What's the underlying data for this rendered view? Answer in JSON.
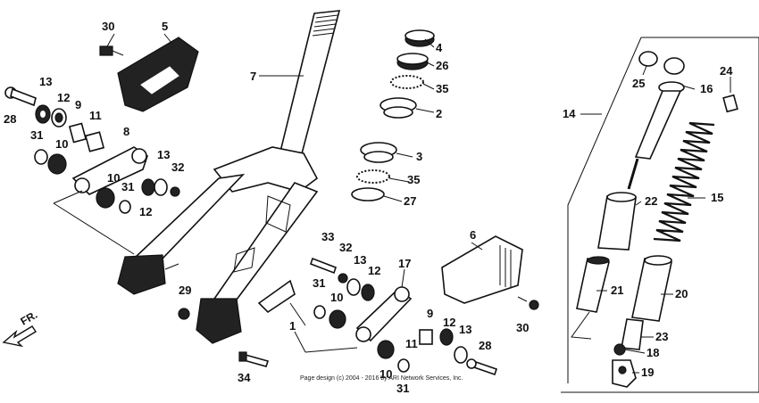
{
  "diagram": {
    "direction_label": "FR.",
    "copyright": "Page design (c) 2004 - 2016 by ARI Network Services, Inc.",
    "callouts": [
      {
        "id": "c1",
        "label": "1"
      },
      {
        "id": "c2",
        "label": "2"
      },
      {
        "id": "c3",
        "label": "3"
      },
      {
        "id": "c4",
        "label": "4"
      },
      {
        "id": "c5",
        "label": "5"
      },
      {
        "id": "c6",
        "label": "6"
      },
      {
        "id": "c7",
        "label": "7"
      },
      {
        "id": "c8",
        "label": "8"
      },
      {
        "id": "c9a",
        "label": "9"
      },
      {
        "id": "c9b",
        "label": "9"
      },
      {
        "id": "c10a",
        "label": "10"
      },
      {
        "id": "c10b",
        "label": "10"
      },
      {
        "id": "c10c",
        "label": "10"
      },
      {
        "id": "c10d",
        "label": "10"
      },
      {
        "id": "c11a",
        "label": "11"
      },
      {
        "id": "c11b",
        "label": "11"
      },
      {
        "id": "c12a",
        "label": "12"
      },
      {
        "id": "c12b",
        "label": "12"
      },
      {
        "id": "c12c",
        "label": "12"
      },
      {
        "id": "c12d",
        "label": "12"
      },
      {
        "id": "c13a",
        "label": "13"
      },
      {
        "id": "c13b",
        "label": "13"
      },
      {
        "id": "c13c",
        "label": "13"
      },
      {
        "id": "c13d",
        "label": "13"
      },
      {
        "id": "c14",
        "label": "14"
      },
      {
        "id": "c15",
        "label": "15"
      },
      {
        "id": "c16",
        "label": "16"
      },
      {
        "id": "c17",
        "label": "17"
      },
      {
        "id": "c18",
        "label": "18"
      },
      {
        "id": "c19",
        "label": "19"
      },
      {
        "id": "c20",
        "label": "20"
      },
      {
        "id": "c21",
        "label": "21"
      },
      {
        "id": "c22",
        "label": "22"
      },
      {
        "id": "c23",
        "label": "23"
      },
      {
        "id": "c24",
        "label": "24"
      },
      {
        "id": "c25",
        "label": "25"
      },
      {
        "id": "c26",
        "label": "26"
      },
      {
        "id": "c27",
        "label": "27"
      },
      {
        "id": "c28a",
        "label": "28"
      },
      {
        "id": "c28b",
        "label": "28"
      },
      {
        "id": "c29",
        "label": "29"
      },
      {
        "id": "c30a",
        "label": "30"
      },
      {
        "id": "c30b",
        "label": "30"
      },
      {
        "id": "c31a",
        "label": "31"
      },
      {
        "id": "c31b",
        "label": "31"
      },
      {
        "id": "c31c",
        "label": "31"
      },
      {
        "id": "c31d",
        "label": "31"
      },
      {
        "id": "c32a",
        "label": "32"
      },
      {
        "id": "c32b",
        "label": "32"
      },
      {
        "id": "c33",
        "label": "33"
      },
      {
        "id": "c34",
        "label": "34"
      },
      {
        "id": "c35a",
        "label": "35"
      },
      {
        "id": "c35b",
        "label": "35"
      }
    ]
  }
}
